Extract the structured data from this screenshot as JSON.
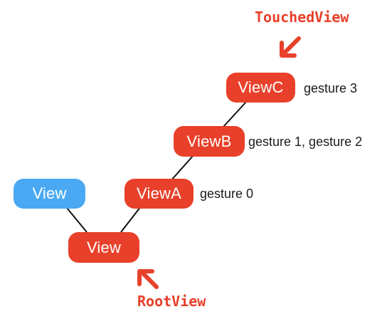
{
  "nodes": {
    "root_view": {
      "label": "View"
    },
    "left_view": {
      "label": "View"
    },
    "view_a": {
      "label": "ViewA"
    },
    "view_b": {
      "label": "ViewB"
    },
    "view_c": {
      "label": "ViewC"
    }
  },
  "gestures": {
    "view_a": "gesture 0",
    "view_b": "gesture 1, gesture 2",
    "view_c": "gesture 3"
  },
  "callouts": {
    "touched_view": "TouchedView",
    "root_view": "RootView"
  },
  "colors": {
    "node_red": "#e8402a",
    "node_blue": "#4aa9f2",
    "callout": "#e8402a",
    "edge": "#111111"
  }
}
